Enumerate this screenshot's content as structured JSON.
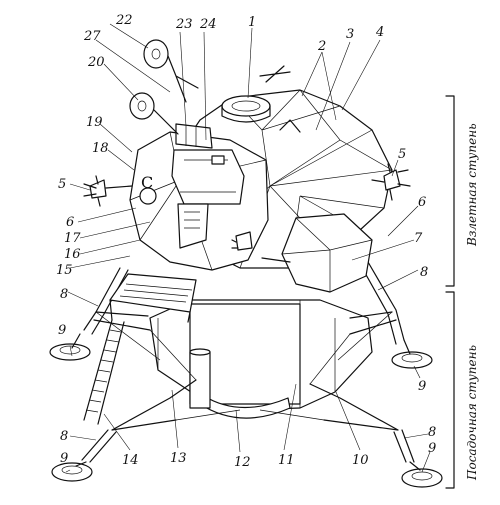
{
  "labels": [
    {
      "id": "1",
      "text": "1"
    },
    {
      "id": "2",
      "text": "2"
    },
    {
      "id": "3",
      "text": "3"
    },
    {
      "id": "4",
      "text": "4"
    },
    {
      "id": "5a",
      "text": "5"
    },
    {
      "id": "5b",
      "text": "5"
    },
    {
      "id": "6a",
      "text": "6"
    },
    {
      "id": "6b",
      "text": "6"
    },
    {
      "id": "7",
      "text": "7"
    },
    {
      "id": "8a",
      "text": "8"
    },
    {
      "id": "8b",
      "text": "8"
    },
    {
      "id": "8c",
      "text": "8"
    },
    {
      "id": "8d",
      "text": "8"
    },
    {
      "id": "9a",
      "text": "9"
    },
    {
      "id": "9b",
      "text": "9"
    },
    {
      "id": "9c",
      "text": "9"
    },
    {
      "id": "9d",
      "text": "9"
    },
    {
      "id": "10",
      "text": "10"
    },
    {
      "id": "11",
      "text": "11"
    },
    {
      "id": "12",
      "text": "12"
    },
    {
      "id": "13",
      "text": "13"
    },
    {
      "id": "14",
      "text": "14"
    },
    {
      "id": "15",
      "text": "15"
    },
    {
      "id": "16",
      "text": "16"
    },
    {
      "id": "17",
      "text": "17"
    },
    {
      "id": "18",
      "text": "18"
    },
    {
      "id": "19",
      "text": "19"
    },
    {
      "id": "20",
      "text": "20"
    },
    {
      "id": "22",
      "text": "22"
    },
    {
      "id": "23",
      "text": "23"
    },
    {
      "id": "24",
      "text": "24"
    },
    {
      "id": "27",
      "text": "27"
    }
  ],
  "stage_labels": {
    "ascent": "Взлетная ступень",
    "descent": "Посадочная ступень"
  },
  "hatch_marking": "C"
}
